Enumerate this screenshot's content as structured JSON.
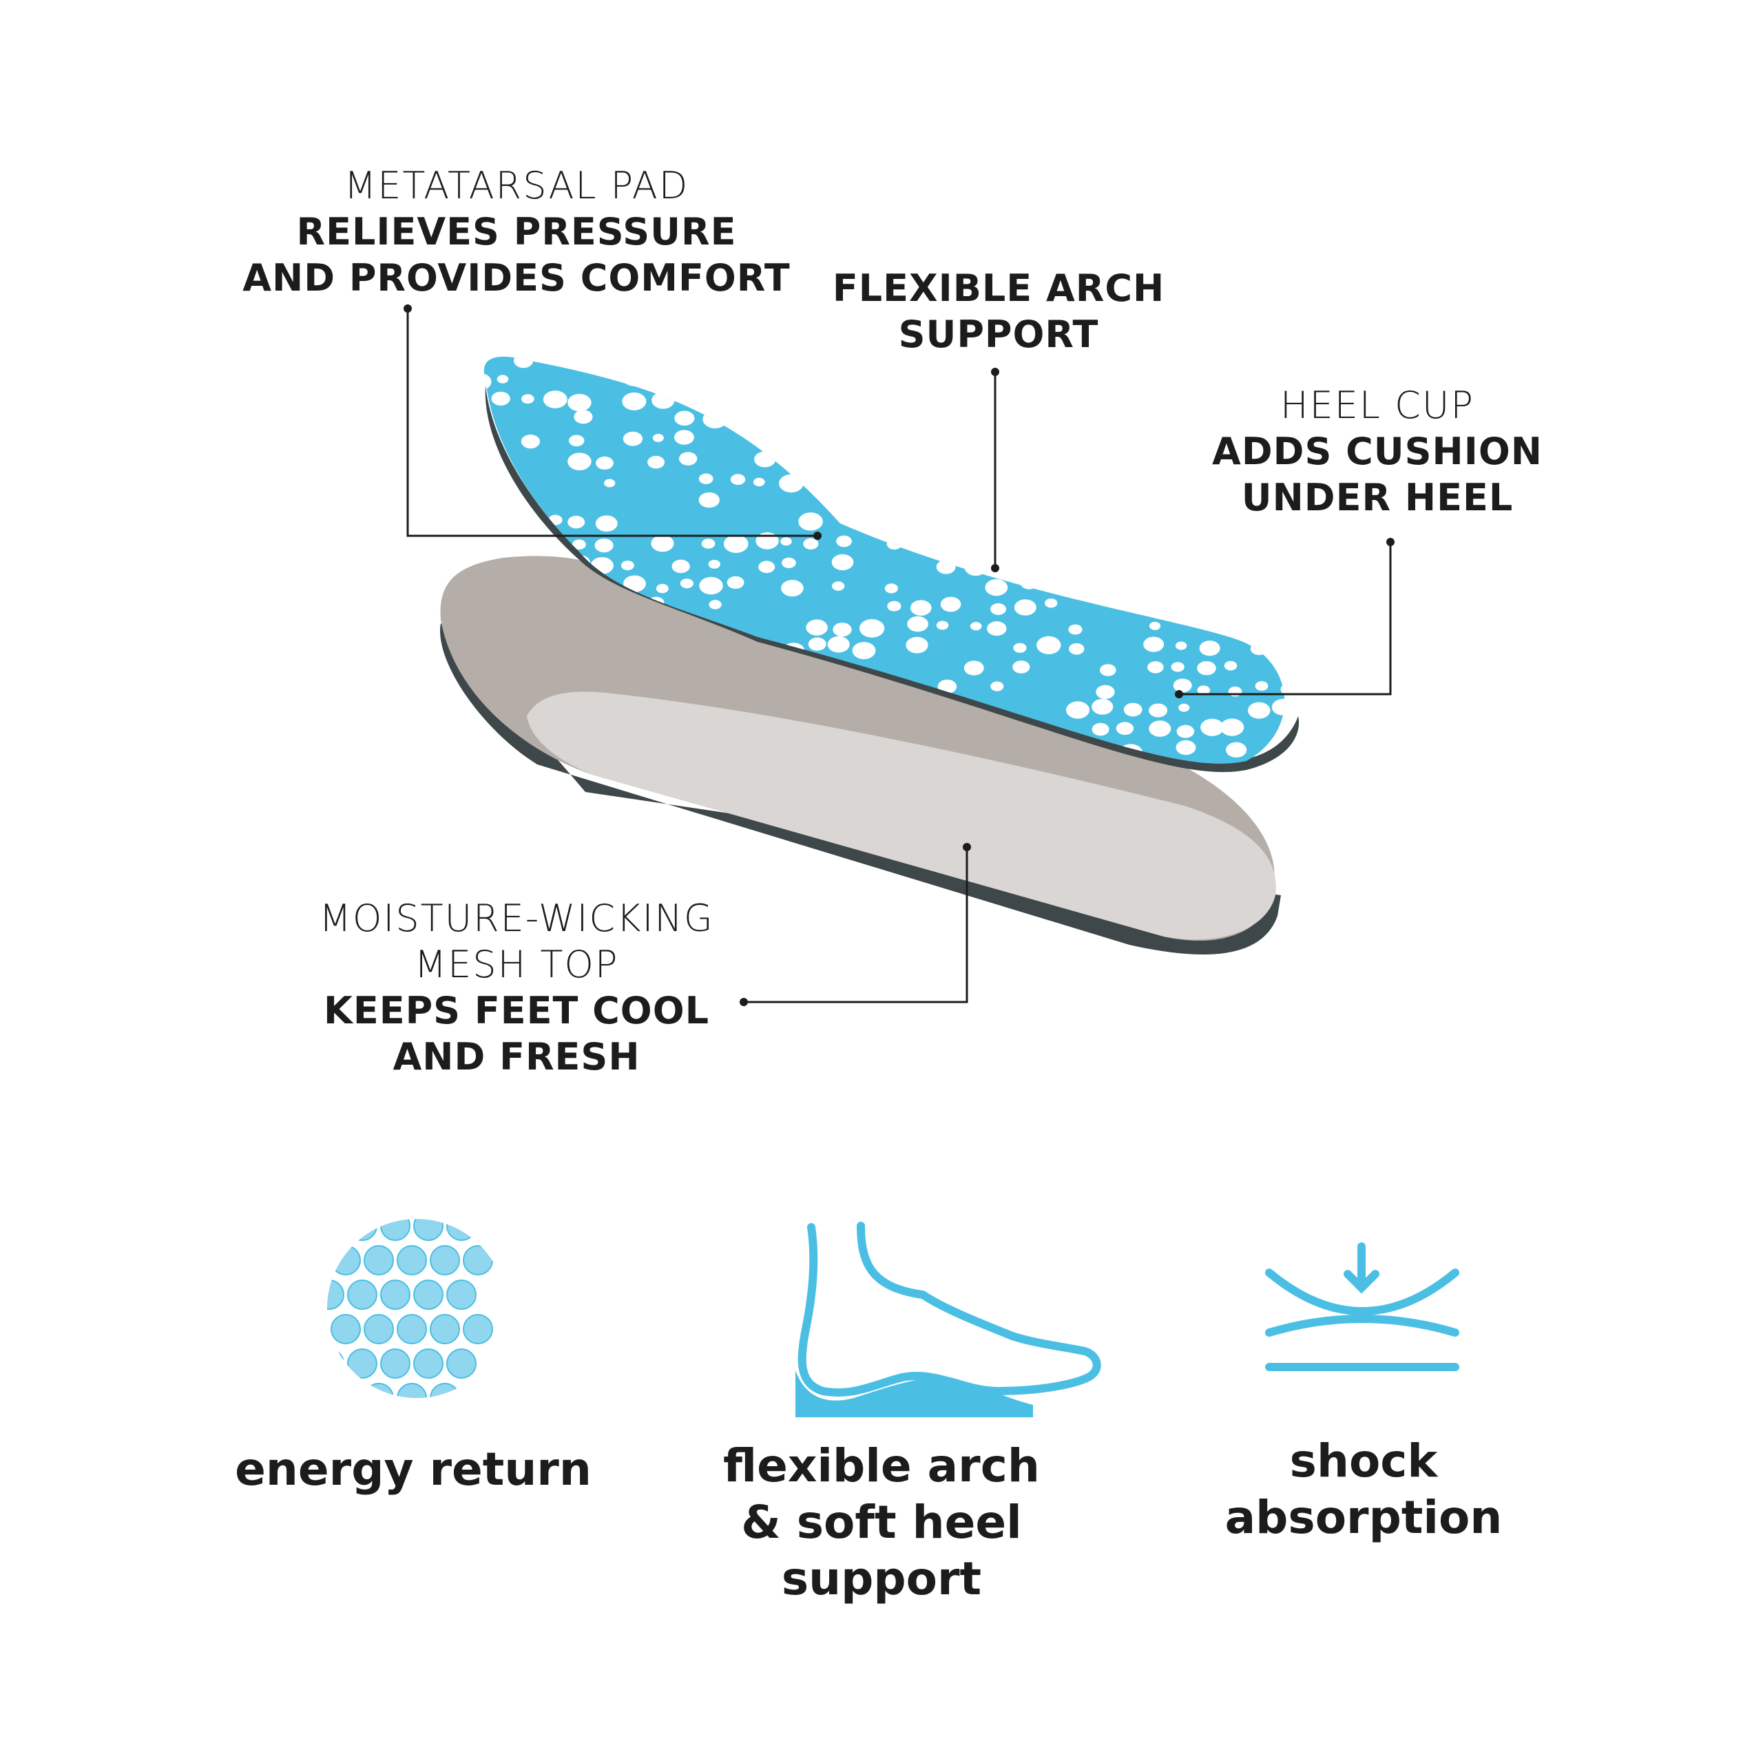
{
  "colors": {
    "accent": "#4bbfe3",
    "icon_light": "#8fd6ee",
    "insole_gray": "#b5aea8",
    "insole_light": "#d9d6d3",
    "sole_edge": "#3e4749",
    "text": "#1c1c1c"
  },
  "callouts": {
    "metatarsal": {
      "title": "METATARSAL PAD",
      "lines": [
        "RELIEVES PRESSURE",
        "AND PROVIDES COMFORT"
      ]
    },
    "arch": {
      "lines": [
        "FLEXIBLE ARCH",
        "SUPPORT"
      ]
    },
    "heel": {
      "title": "HEEL CUP",
      "lines": [
        "ADDS CUSHION",
        "UNDER HEEL"
      ]
    },
    "mesh": {
      "title_lines": [
        "MOISTURE-WICKING",
        "MESH TOP"
      ],
      "lines": [
        "KEEPS FEET COOL",
        "AND FRESH"
      ]
    }
  },
  "features": [
    {
      "icon": "bubble-dots-icon",
      "lines": [
        "energy return"
      ]
    },
    {
      "icon": "foot-arch-icon",
      "lines": [
        "flexible arch",
        "& soft heel",
        "support"
      ]
    },
    {
      "icon": "shock-absorption-icon",
      "lines": [
        "shock",
        "absorption"
      ]
    }
  ]
}
